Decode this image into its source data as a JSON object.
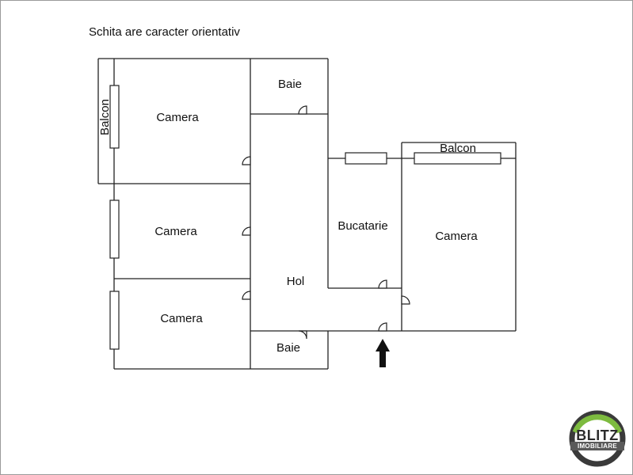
{
  "note": "Schita are caracter orientativ",
  "rooms": {
    "balcon_left": "Balcon",
    "camera_top_left": "Camera",
    "baie_top": "Baie",
    "camera_mid_left": "Camera",
    "camera_bottom_left": "Camera",
    "hol": "Hol",
    "baie_bottom": "Baie",
    "bucatarie": "Bucatarie",
    "balcon_right": "Balcon",
    "camera_right": "Camera"
  },
  "entrance_icon": "arrow-up-icon",
  "logo": {
    "word": "BLITZ",
    "sub": "IMOBILIARE",
    "ring_color": "#7dbb3f",
    "ring_dark": "#3a3a3a"
  }
}
